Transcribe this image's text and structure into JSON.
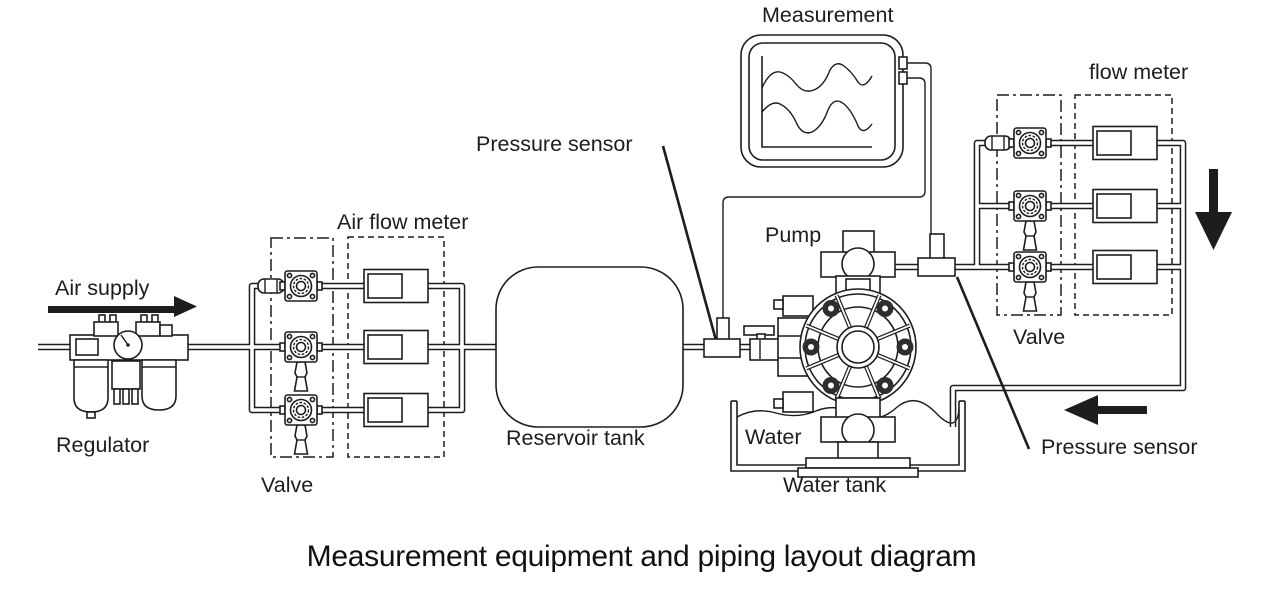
{
  "page": {
    "background_color": "#ffffff",
    "line_color": "#1d1d1d",
    "arrow_color": "#1d1d1d"
  },
  "diagram": {
    "caption": "Measurement equipment and piping layout diagram",
    "labels": {
      "air_supply": "Air supply",
      "regulator": "Regulator",
      "left_valve": "Valve",
      "air_flow_meter": "Air flow meter",
      "reservoir_tank": "Reservoir tank",
      "suction_pressure_sensor": "Pressure sensor",
      "measurement": "Measurement",
      "pump": "Pump",
      "water": "Water",
      "water_tank": "Water tank",
      "right_flow_meter": "flow meter",
      "right_valve": "Valve",
      "discharge_pressure_sensor": "Pressure sensor"
    },
    "flow_arrows": {
      "air_supply_direction": "right",
      "right_line_direction": "down",
      "return_to_tank_direction": "left"
    },
    "equipment_counts": {
      "left_valves": 3,
      "left_air_flow_meters": 3,
      "right_valves": 3,
      "right_flow_meters": 3
    }
  }
}
